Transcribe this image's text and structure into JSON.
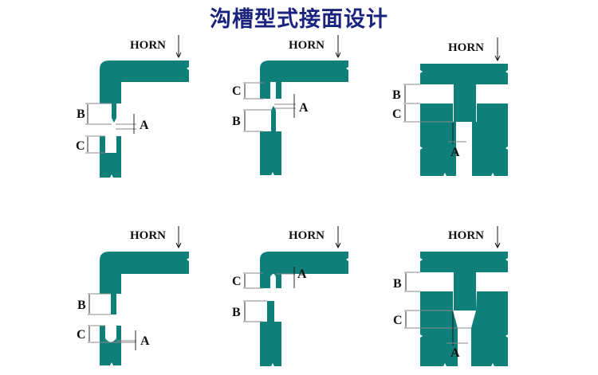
{
  "title": "沟槽型式接面设计",
  "colors": {
    "part_fill": "#0f7f7a",
    "title_color": "#1a237e",
    "background": "#ffffff"
  },
  "labels": {
    "horn": "HORN",
    "A": "A",
    "B": "B",
    "C": "C"
  },
  "diagrams": [
    {
      "id": "top-left",
      "style": "L-shaped horn with pointed tongue above U-groove base",
      "dimension_labels": [
        "B",
        "A",
        "C"
      ]
    },
    {
      "id": "top-middle",
      "style": "L-shaped horn with groove; pointed tongue on lower part",
      "dimension_labels": [
        "C",
        "A",
        "B"
      ]
    },
    {
      "id": "top-right",
      "style": "T-shaped horn tongue entering slot in base",
      "dimension_labels": [
        "B",
        "C",
        "A"
      ]
    },
    {
      "id": "bottom-left",
      "style": "L-shaped horn with flat tongue above rounded U-groove base",
      "dimension_labels": [
        "B",
        "C",
        "A"
      ]
    },
    {
      "id": "bottom-middle",
      "style": "L-shaped horn with rounded groove; flat tongue on lower part",
      "dimension_labels": [
        "C",
        "A",
        "B"
      ]
    },
    {
      "id": "bottom-right",
      "style": "T-shaped horn tongue entering tapered slot in base",
      "dimension_labels": [
        "B",
        "C",
        "A"
      ]
    }
  ]
}
